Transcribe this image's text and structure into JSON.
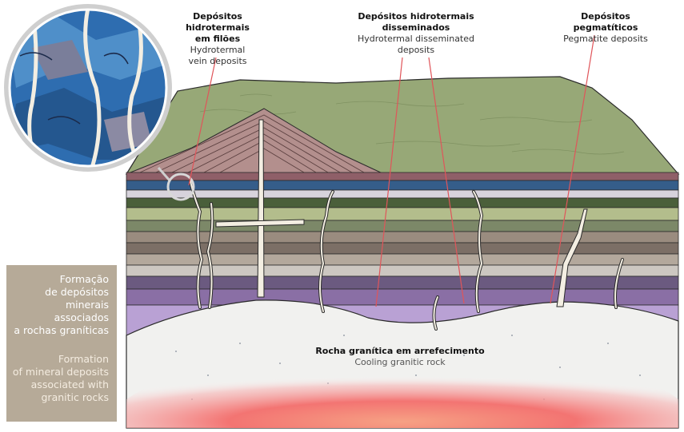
{
  "labels": {
    "vein": {
      "pt_line1": "Depósitos hidrotermais",
      "pt_line2": "em filões",
      "en_line1": "Hydrotermal",
      "en_line2": "vein deposits"
    },
    "disseminated": {
      "pt_line1": "Depósitos hidrotermais",
      "pt_line2": "disseminados",
      "en_line1": "Hydrotermal disseminated",
      "en_line2": "deposits"
    },
    "pegmatite": {
      "pt": "Depósitos pegmatíticos",
      "en": "Pegmatite deposits"
    }
  },
  "rock": {
    "pt": "Rocha granítica em arrefecimento",
    "en": "Cooling granitic rock"
  },
  "title": {
    "pt": [
      "Formação",
      "de depósitos",
      "minerais",
      "associados",
      "a rochas graníticas"
    ],
    "en": [
      "Formation",
      "of mineral deposits",
      "associated with",
      "granitic rocks"
    ]
  },
  "colors": {
    "hill": "#97a877",
    "granite": "#f1f1ef",
    "heat": "#f26b6b",
    "leader": "#e0555a",
    "title_box": "#b6aa98",
    "lens_blue": "#2e6db0"
  }
}
